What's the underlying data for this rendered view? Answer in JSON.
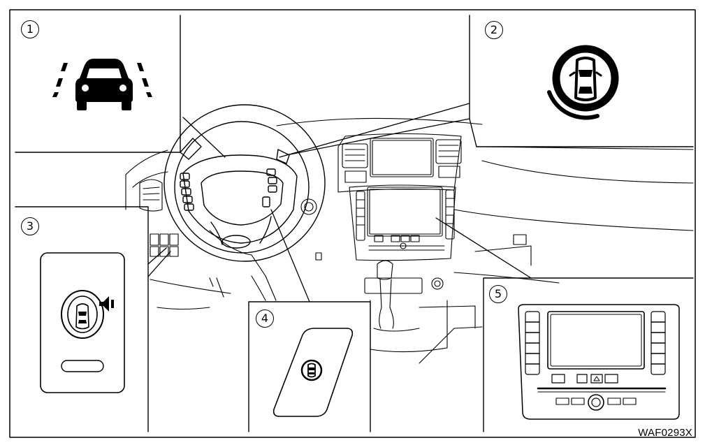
{
  "callouts": {
    "c1": "1",
    "c2": "2",
    "c3": "3",
    "c4": "4",
    "c5": "5"
  },
  "figure_code": "WAF0293X",
  "colors": {
    "line": "#000000",
    "background": "#ffffff"
  },
  "icons": {
    "c1": "lane-departure-warning-icon",
    "c2": "blind-spot-warning-indicator-icon",
    "c3": "switch-panel-sonar-icon",
    "c4": "steering-switch-sonar-icon",
    "c5": "center-display-unit"
  }
}
